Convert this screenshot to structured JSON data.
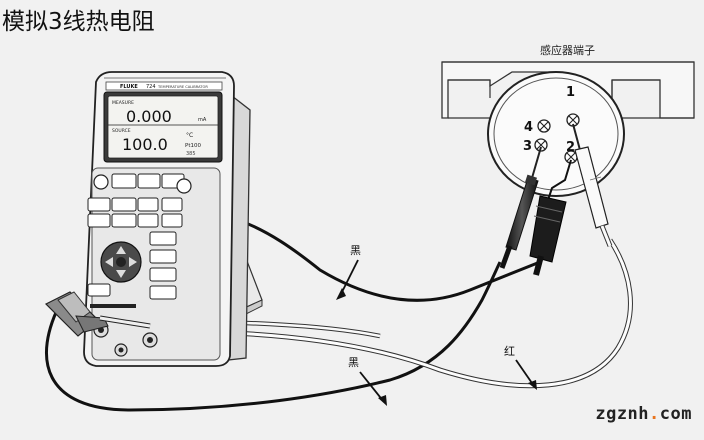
{
  "title": "模拟3线热电阻",
  "sensor_label": "感应器端子",
  "terminals": [
    "1",
    "2",
    "3",
    "4"
  ],
  "wire_labels": {
    "black_top": "黑",
    "black_bottom": "黑",
    "red": "红"
  },
  "meter": {
    "brand": "FLUKE",
    "model": "724",
    "subtitle": "TEMPERATURE CALIBRATOR",
    "mode_top": "MEASURE",
    "mode_bottom": "SOURCE",
    "reading_top": "0.000",
    "unit_top": "mA",
    "reading_bottom": "100.0",
    "unit_bottom": "°C",
    "sensor_type": "Pt100",
    "sensor_alpha": "385"
  },
  "watermark": {
    "main": "zgznh",
    "dot": ".",
    "tld": "com"
  }
}
